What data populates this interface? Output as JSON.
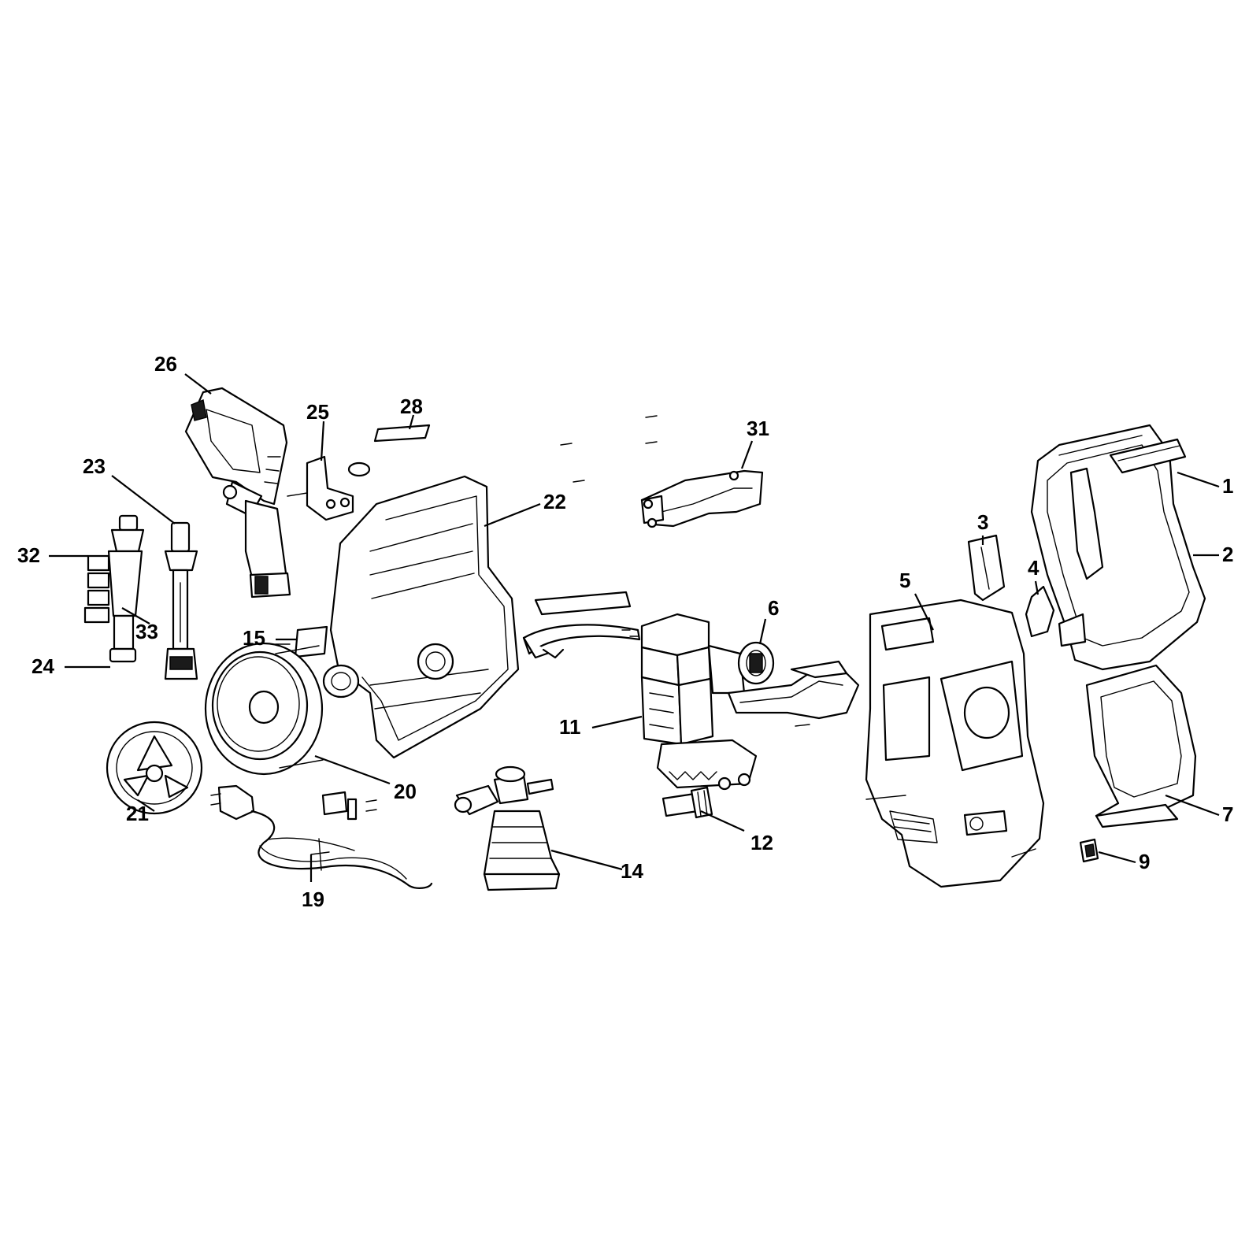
{
  "callouts": {
    "c1": "1",
    "c2": "2",
    "c3": "3",
    "c4": "4",
    "c5": "5",
    "c6": "6",
    "c7": "7",
    "c9": "9",
    "c11": "11",
    "c12": "12",
    "c14": "14",
    "c15": "15",
    "c19": "19",
    "c20": "20",
    "c21": "21",
    "c22": "22",
    "c23": "23",
    "c24": "24",
    "c25": "25",
    "c26": "26",
    "c28": "28",
    "c31": "31",
    "c32": "32",
    "c33": "33"
  }
}
